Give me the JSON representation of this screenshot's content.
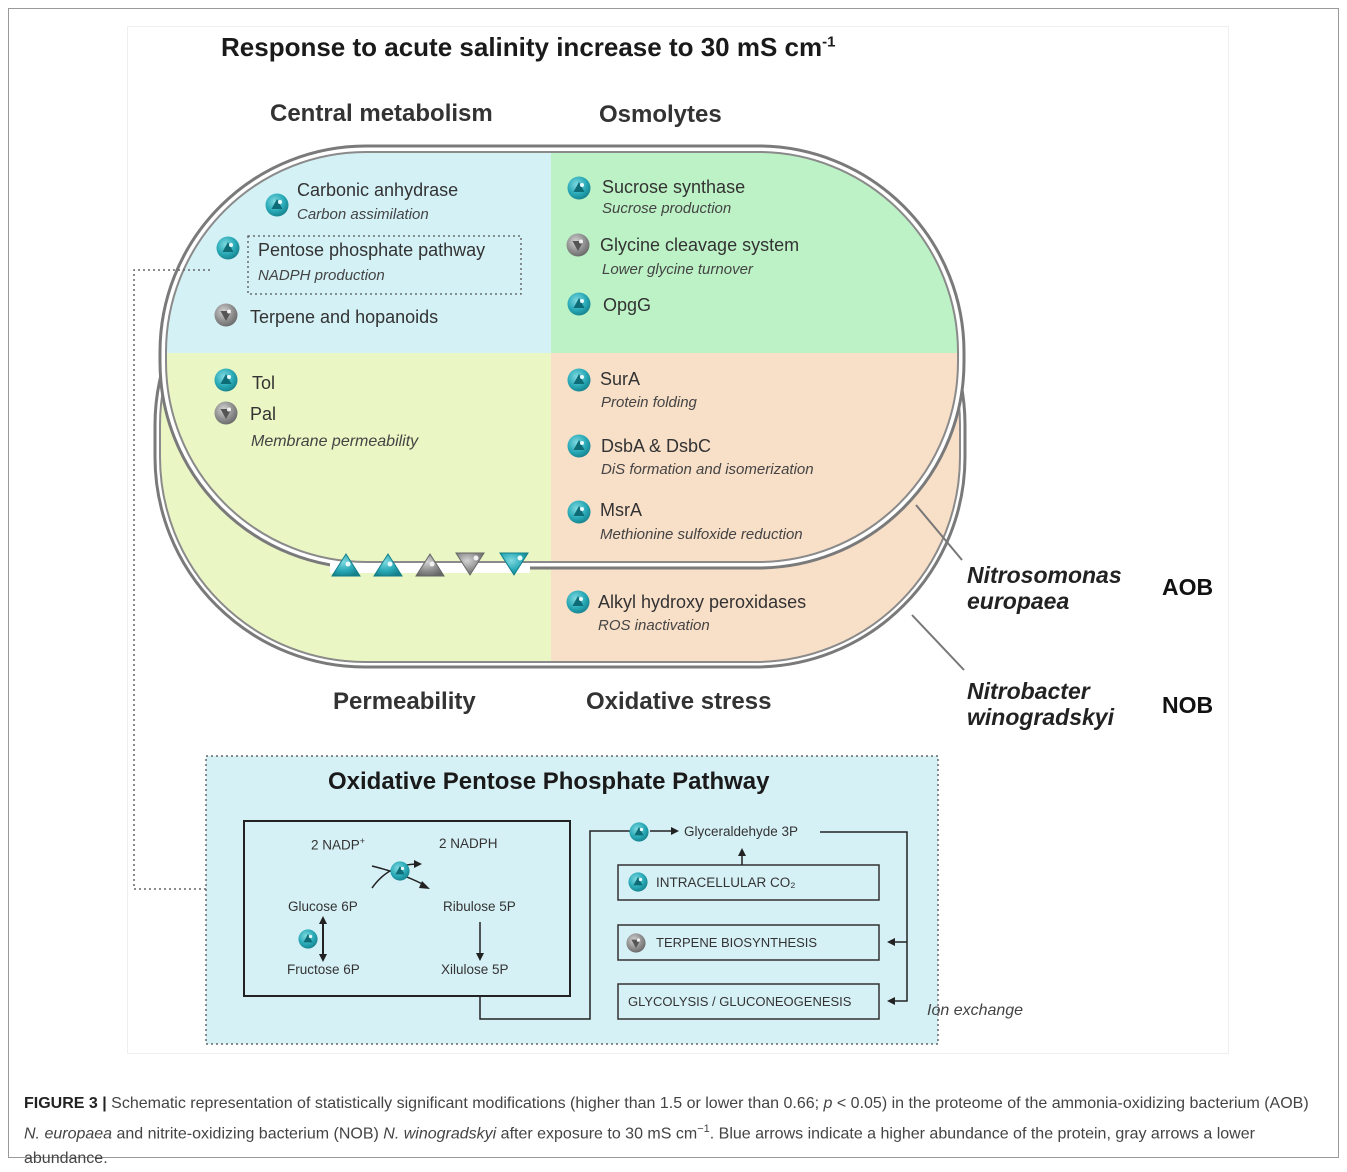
{
  "title": "Response to acute salinity increase to 30 mS cm",
  "title_sup": "-1",
  "sections": {
    "central_metabolism": "Central metabolism",
    "osmolytes": "Osmolytes",
    "permeability": "Permeability",
    "oxidative_stress": "Oxidative stress"
  },
  "central": {
    "carbonic_name": "Carbonic anhydrase",
    "carbonic_sub": "Carbon assimilation",
    "ppp_name": "Pentose phosphate pathway",
    "ppp_sub": "NADPH production",
    "terpene_name": "Terpene and hopanoids"
  },
  "osmolytes": {
    "sucrose_name": "Sucrose synthase",
    "sucrose_sub": "Sucrose production",
    "glycine_name": "Glycine cleavage system",
    "glycine_sub": "Lower glycine turnover",
    "opgg_name": "OpgG"
  },
  "permeability": {
    "tol": "Tol",
    "pal": "Pal",
    "sub": "Membrane permeability",
    "ion_exchange": "Ion exchange"
  },
  "oxidative": {
    "sura_name": "SurA",
    "sura_sub": "Protein folding",
    "dsb_name": "DsbA & DsbC",
    "dsb_sub": "DiS formation and isomerization",
    "msra_name": "MsrA",
    "msra_sub": "Methionine sulfoxide reduction",
    "alkyl_name": "Alkyl hydroxy peroxidases",
    "alkyl_sub": "ROS inactivation"
  },
  "organisms": {
    "aob_line1": "Nitrosomonas",
    "aob_line2": "europaea",
    "aob_abbr": "AOB",
    "nob_line1": "Nitrobacter",
    "nob_line2": "winogradskyi",
    "nob_abbr": "NOB"
  },
  "oppp": {
    "title": "Oxidative Pentose Phosphate Pathway",
    "nadp": "2 NADP",
    "nadp_sup": "+",
    "nadph": "2 NADPH",
    "glucose": "Glucose 6P",
    "ribulose": "Ribulose 5P",
    "fructose": "Fructose 6P",
    "xilulose": "Xilulose 5P",
    "glyceraldehyde": "Glyceraldehyde 3P",
    "co2_box": "INTRACELLULAR CO₂",
    "terpene_box": "TERPENE BIOSYNTHESIS",
    "glycolysis_box": "GLYCOLYSIS / GLUCONEOGENESIS"
  },
  "caption": {
    "label": "FIGURE 3 |",
    "part1": " Schematic representation of statistically significant modifications (higher than 1.5 or lower than 0.66; ",
    "p": "p",
    "part2": " < 0.05) in the proteome of the ammonia-oxidizing bacterium (AOB) ",
    "n_europaea": "N. europaea",
    "part3": " and nitrite-oxidizing bacterium (NOB) ",
    "n_winogradskyi": "N. winogradskyi",
    "part4": " after exposure to 30 mS cm",
    "sup": "−1",
    "part5": ". Blue arrows indicate a higher abundance of the protein, gray arrows a lower abundance."
  },
  "colors": {
    "central_bg": "#d4f1f6",
    "osmolytes_bg": "#bdf2c6",
    "permeability_bg": "#eaf6c4",
    "oxidative_bg": "#f8dfc8",
    "up_icon": "#27a9b5",
    "down_icon": "#8c8c8c",
    "oppp_bg": "#d6f1f6"
  },
  "icons": {
    "up": "up-arrow-circle-icon",
    "down": "down-arrow-circle-icon"
  }
}
